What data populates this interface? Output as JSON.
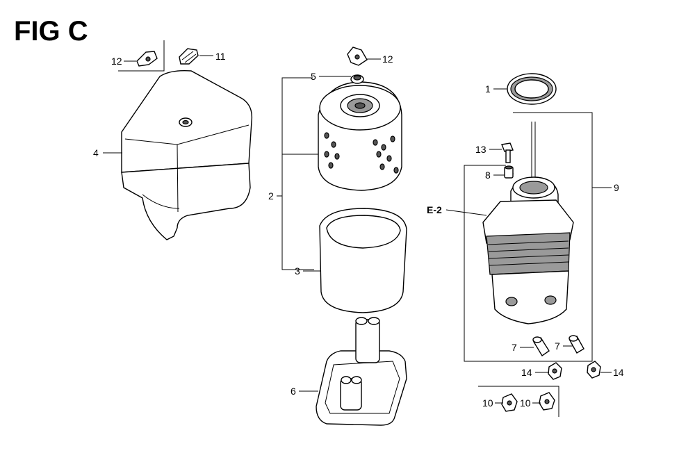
{
  "title": "FIG C",
  "callouts": {
    "c1": "1",
    "c2": "2",
    "c3": "3",
    "c4": "4",
    "c5": "5",
    "c6": "6",
    "c7a": "7",
    "c7b": "7",
    "c8": "8",
    "c9": "9",
    "c10a": "10",
    "c10b": "10",
    "c11": "11",
    "c12a": "12",
    "c12b": "12",
    "c13": "13",
    "c14a": "14",
    "c14b": "14",
    "e2": "E-2"
  }
}
